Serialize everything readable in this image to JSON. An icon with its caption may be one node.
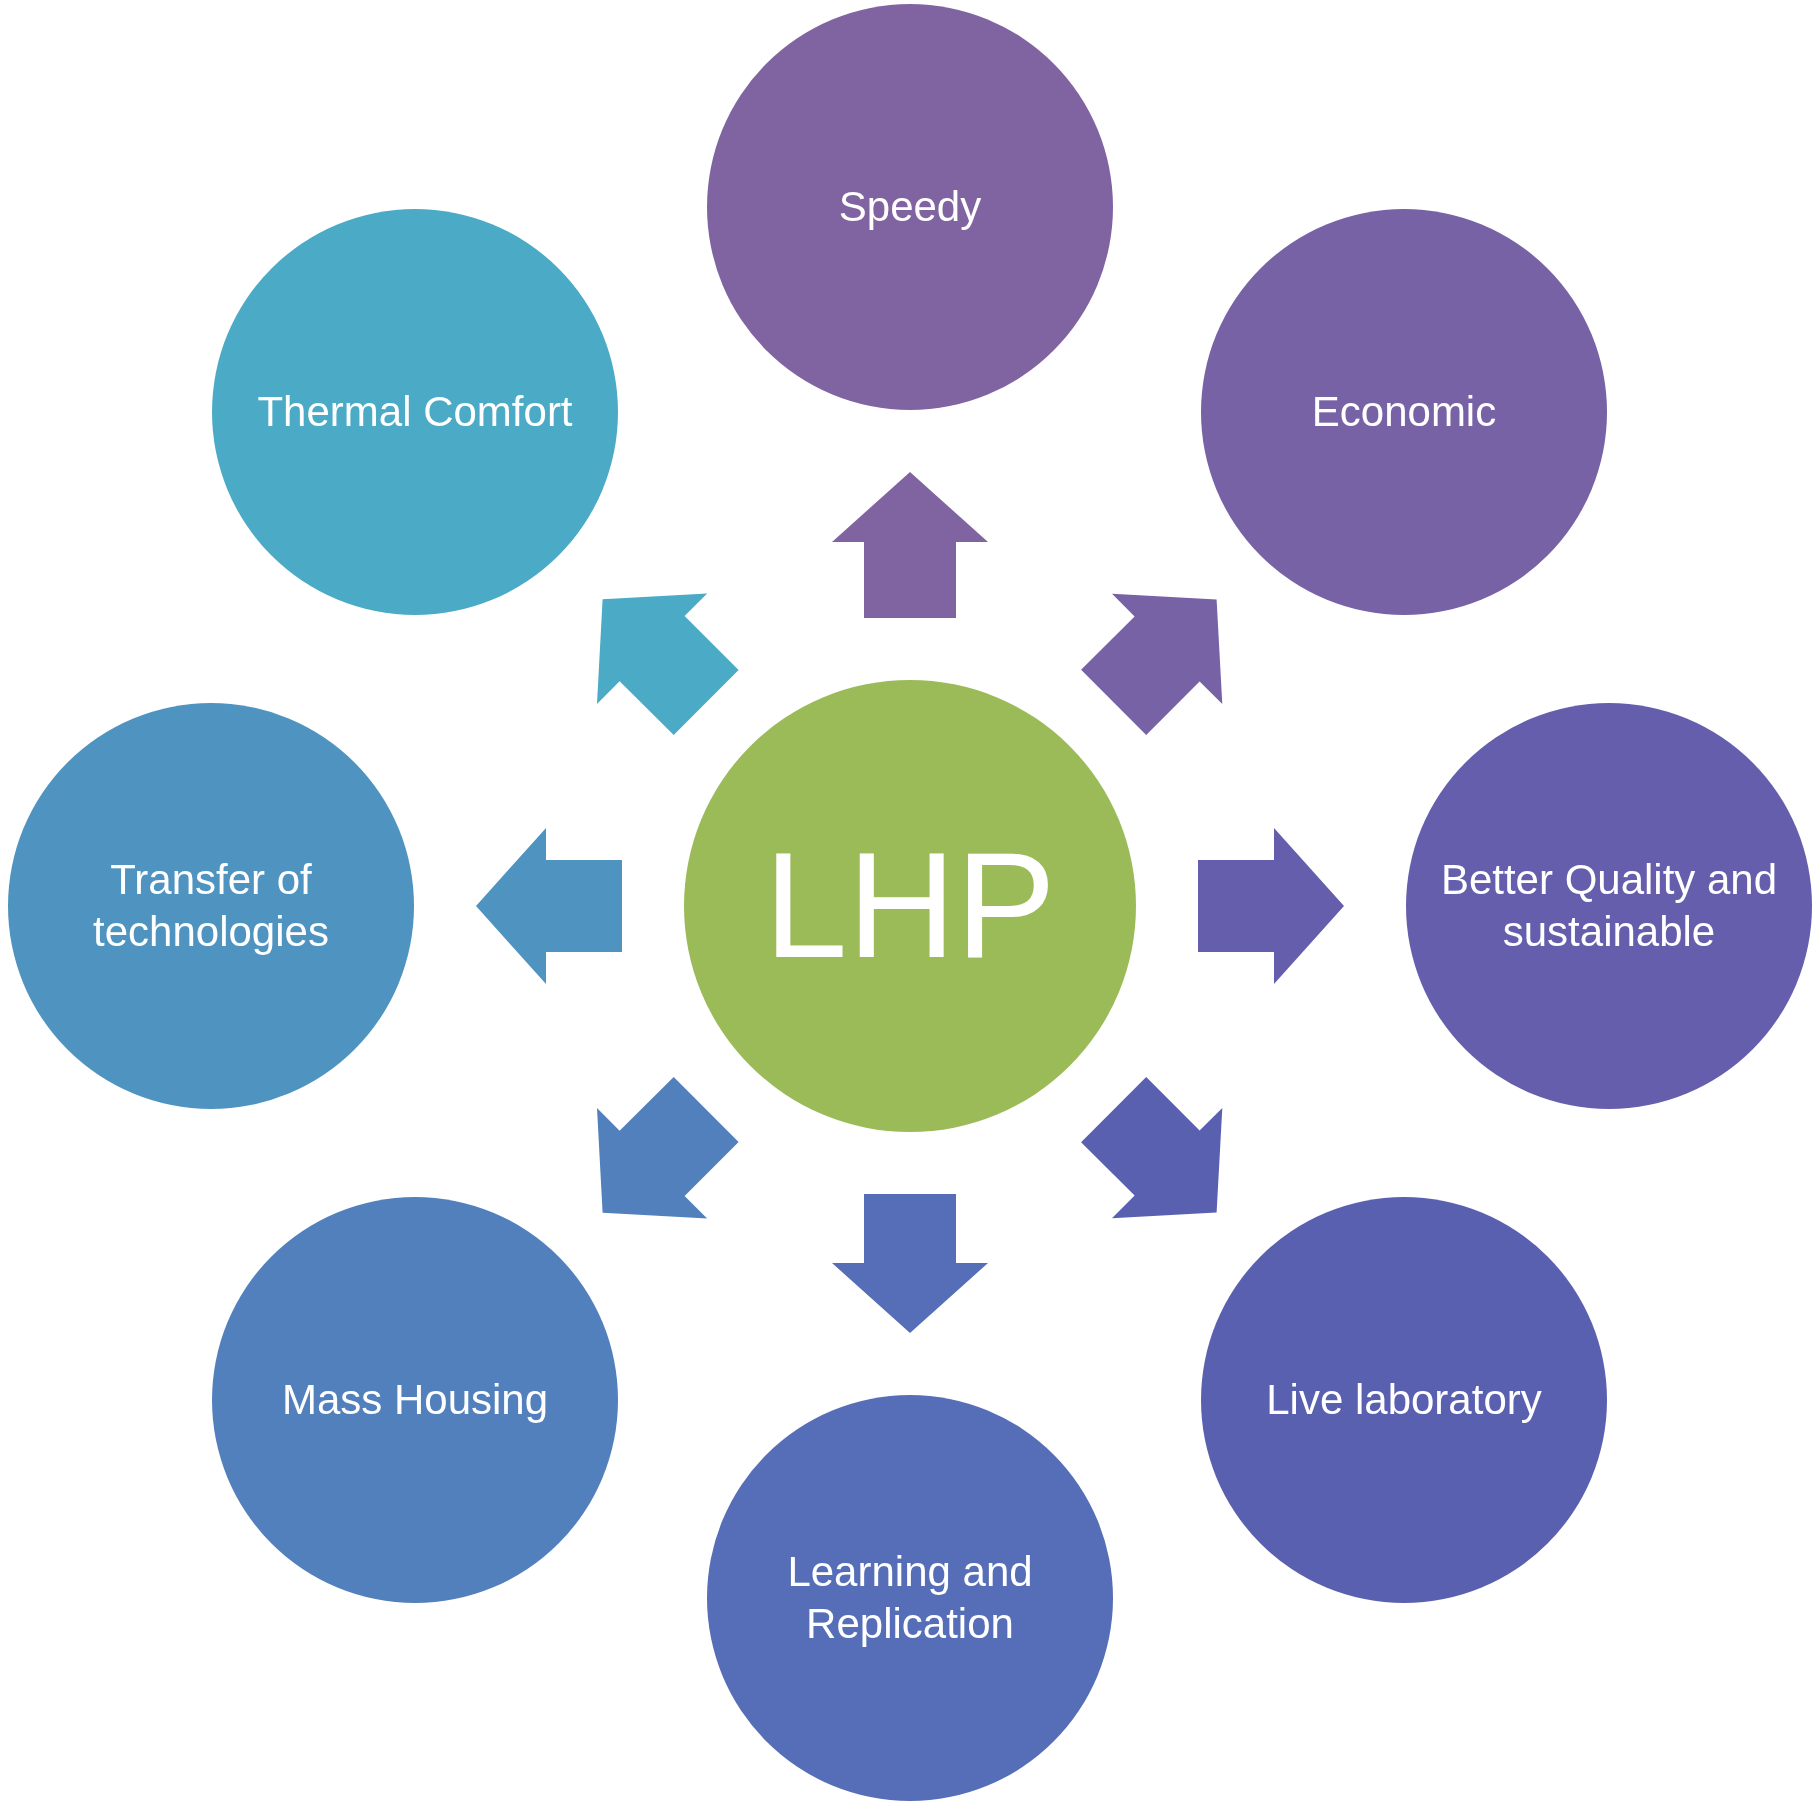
{
  "diagram": {
    "nodes": [
      {
        "text": [
          "LHP"
        ]
      },
      {
        "text": [
          "Speedy"
        ]
      },
      {
        "text": [
          "Economic"
        ]
      },
      {
        "text": [
          "Better Quality and sustainable"
        ]
      },
      {
        "text": [
          "Live laboratory"
        ]
      },
      {
        "text": [
          "Learning and Replication"
        ]
      },
      {
        "text": [
          "Mass Housing"
        ]
      },
      {
        "text": [
          "Transfer of technologies"
        ]
      },
      {
        "text": [
          "Thermal Comfort"
        ]
      }
    ],
    "edges": [
      {
        "from": 0,
        "to": 1,
        "arrow": "to",
        "color": "#8064a2"
      },
      {
        "from": 0,
        "to": 2,
        "arrow": "to",
        "color": "#7762a6"
      },
      {
        "from": 0,
        "to": 3,
        "arrow": "to",
        "color": "#655ead"
      },
      {
        "from": 0,
        "to": 4,
        "arrow": "to",
        "color": "#5a60b0"
      },
      {
        "from": 0,
        "to": 5,
        "arrow": "to",
        "color": "#566db7"
      },
      {
        "from": 0,
        "to": 6,
        "arrow": "to",
        "color": "#5280bc"
      },
      {
        "from": 0,
        "to": 7,
        "arrow": "to",
        "color": "#4f94c0"
      },
      {
        "from": 0,
        "to": 8,
        "arrow": "to",
        "color": "#4babc6"
      }
    ]
  }
}
